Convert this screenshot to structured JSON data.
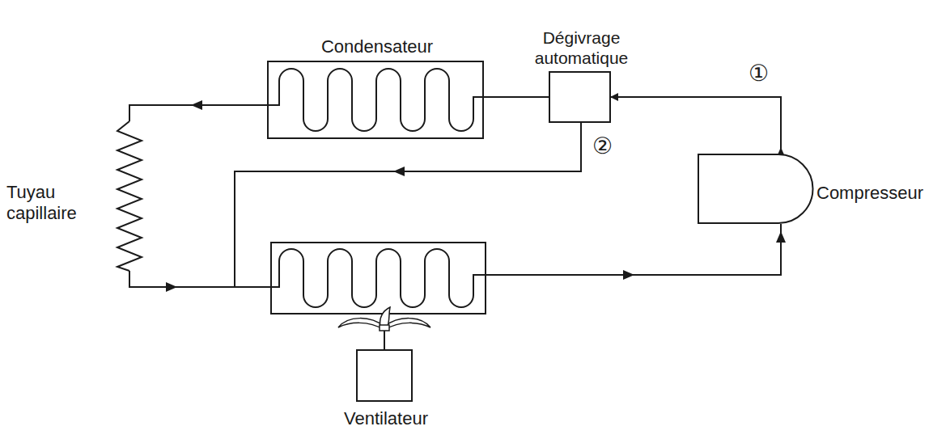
{
  "diagram": {
    "nodes": [
      {
        "text": [
          "Condensateur"
        ]
      },
      {
        "text": [
          "Dégivrage automatique"
        ]
      },
      {
        "text": [
          "Compresseur"
        ]
      },
      {
        "text": [
          "Ventilateur"
        ]
      }
    ],
    "edges": [
      {
        "from": 2,
        "to": 1,
        "arrow": "to"
      },
      {
        "from": 1,
        "to": 0,
        "arrow": "none"
      }
    ],
    "labels": [
      "Tuyau capillaire",
      "①",
      "②"
    ]
  }
}
